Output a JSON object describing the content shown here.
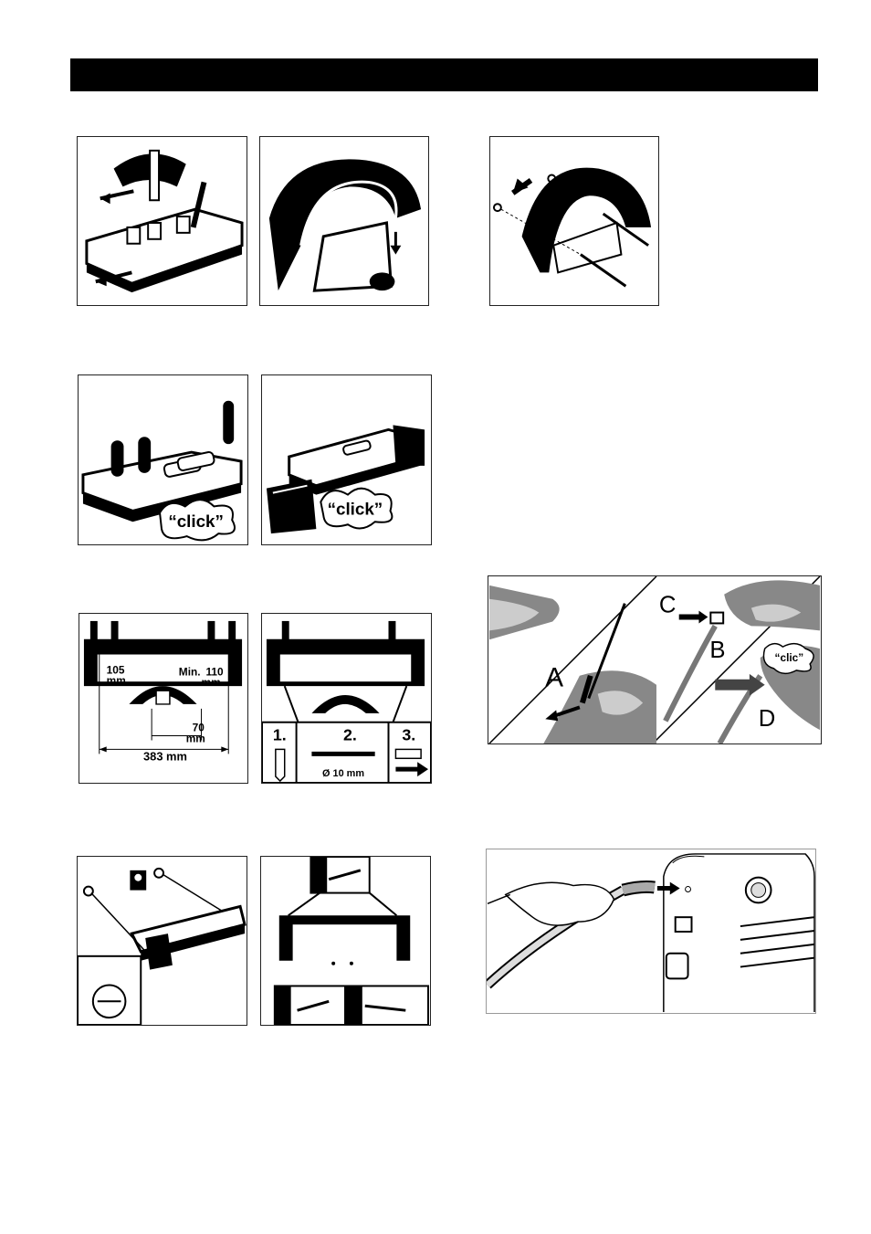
{
  "figures": {
    "click1": "“click”",
    "click2": "“click”",
    "dim_105": "105",
    "dim_105_unit": "mm",
    "dim_min110_a": "Min.",
    "dim_min110_b": "110",
    "dim_min110_unit": "mm",
    "dim_70": "70",
    "dim_70_unit": "mm",
    "dim_383": "383 mm",
    "step1": "1.",
    "step2": "2.",
    "step3": "3.",
    "dim_d10": "Ø 10 mm",
    "label_a": "A",
    "label_b": "B",
    "label_c": "C",
    "label_d": "D",
    "clic": "“clic”"
  }
}
